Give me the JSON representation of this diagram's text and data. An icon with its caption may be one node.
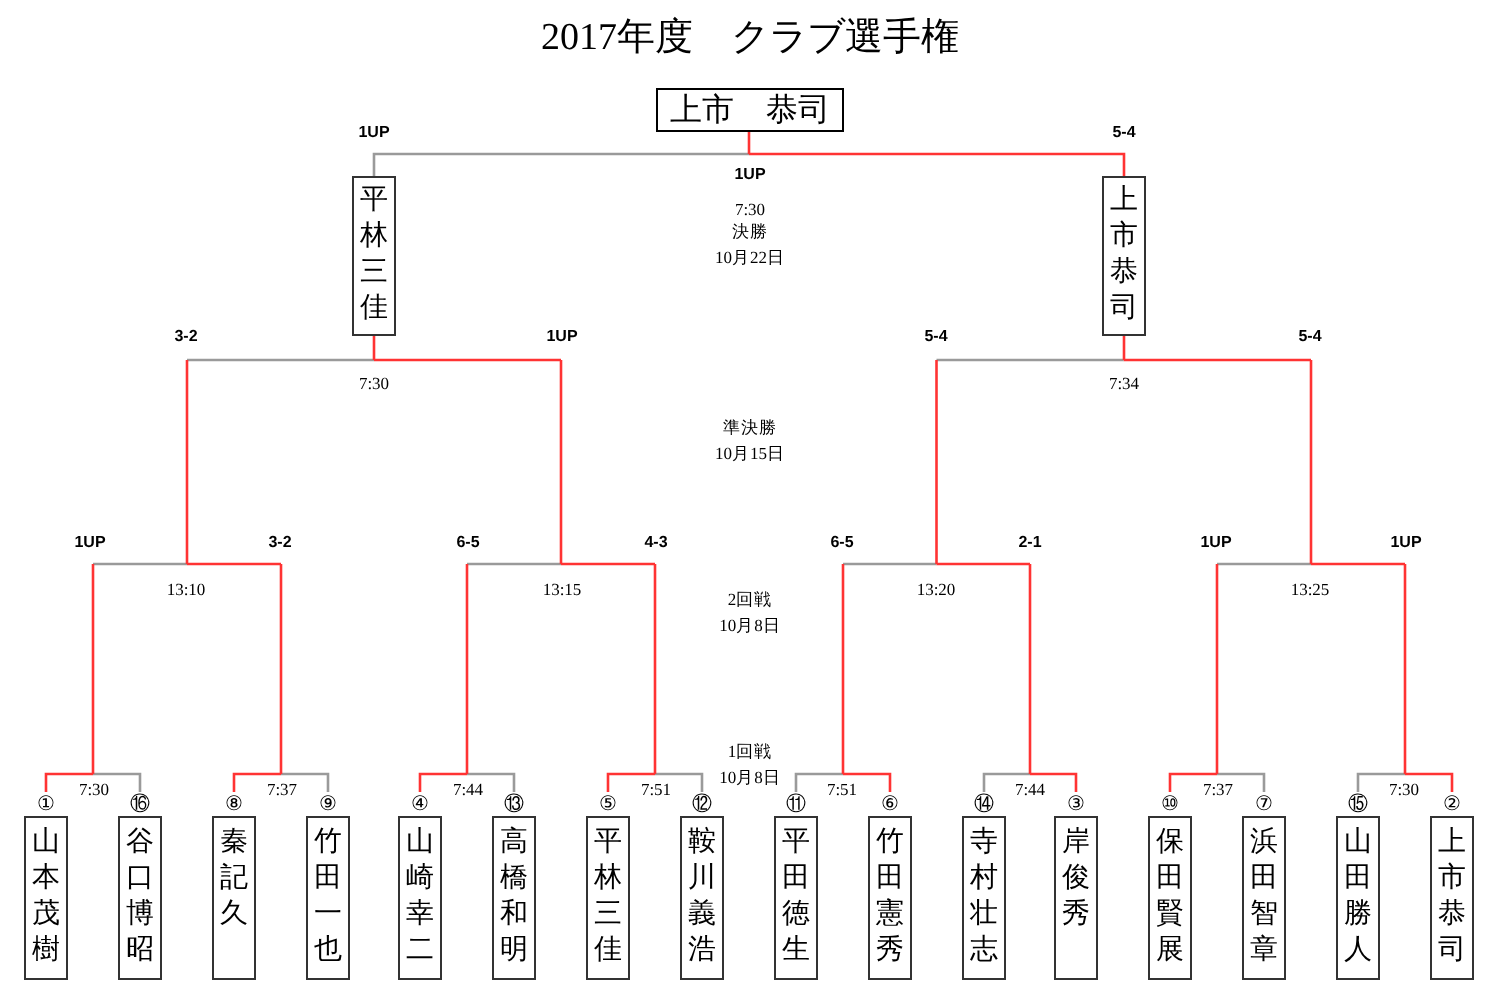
{
  "diagram": {
    "title": "2017年度　クラブ選手権",
    "nodes": [
      {
        "text": [
          "上市　恭司"
        ]
      },
      {
        "text": [
          "平林三佳"
        ]
      },
      {
        "text": [
          "上市恭司"
        ]
      },
      {
        "text": [
          "山本茂樹"
        ],
        "beside": [
          "①"
        ]
      },
      {
        "text": [
          "谷口博昭"
        ],
        "beside": [
          "⑯"
        ]
      },
      {
        "text": [
          "秦記久"
        ],
        "beside": [
          "⑧"
        ]
      },
      {
        "text": [
          "竹田一也"
        ],
        "beside": [
          "⑨"
        ]
      },
      {
        "text": [
          "山崎幸二"
        ],
        "beside": [
          "④"
        ]
      },
      {
        "text": [
          "高橋和明"
        ],
        "beside": [
          "⑬"
        ]
      },
      {
        "text": [
          "平林三佳"
        ],
        "beside": [
          "⑤"
        ]
      },
      {
        "text": [
          "鞍川義浩"
        ],
        "beside": [
          "⑫"
        ]
      },
      {
        "text": [
          "平田徳生"
        ],
        "beside": [
          "⑪"
        ]
      },
      {
        "text": [
          "竹田憲秀"
        ],
        "beside": [
          "⑥"
        ]
      },
      {
        "text": [
          "寺村壮志"
        ],
        "beside": [
          "⑭"
        ]
      },
      {
        "text": [
          "岸俊秀"
        ],
        "beside": [
          "③"
        ]
      },
      {
        "text": [
          "保田賢展"
        ],
        "beside": [
          "⑩"
        ]
      },
      {
        "text": [
          "浜田智章"
        ],
        "beside": [
          "⑦"
        ]
      },
      {
        "text": [
          "山田勝人"
        ],
        "beside": [
          "⑮"
        ]
      },
      {
        "text": [
          "上市恭司"
        ],
        "beside": [
          "②"
        ]
      }
    ],
    "edges": [
      {
        "from": 3,
        "to": 1,
        "arrow": "none"
      },
      {
        "from": 4,
        "to": 1,
        "arrow": "none"
      },
      {
        "from": 5,
        "to": 1,
        "arrow": "none"
      },
      {
        "from": 6,
        "to": 1,
        "arrow": "none"
      },
      {
        "from": 7,
        "to": 1,
        "arrow": "none"
      },
      {
        "from": 8,
        "to": 1,
        "arrow": "none"
      },
      {
        "from": 9,
        "to": 1,
        "arrow": "none",
        "color": "#ff3333"
      },
      {
        "from": 10,
        "to": 1,
        "arrow": "none"
      },
      {
        "from": 11,
        "to": 2,
        "arrow": "none"
      },
      {
        "from": 12,
        "to": 2,
        "arrow": "none"
      },
      {
        "from": 13,
        "to": 2,
        "arrow": "none"
      },
      {
        "from": 14,
        "to": 2,
        "arrow": "none"
      },
      {
        "from": 15,
        "to": 2,
        "arrow": "none"
      },
      {
        "from": 16,
        "to": 2,
        "arrow": "none"
      },
      {
        "from": 17,
        "to": 2,
        "arrow": "none"
      },
      {
        "from": 18,
        "to": 2,
        "arrow": "none",
        "color": "#ff3333"
      },
      {
        "from": 1,
        "to": 0,
        "arrow": "none",
        "color": "#9a9a9a"
      },
      {
        "from": 2,
        "to": 0,
        "arrow": "none",
        "color": "#ff3333"
      }
    ],
    "labels": [
      "1UP",
      "5-4",
      "1UP",
      "7:30",
      "決勝",
      "10月22日",
      "3-2",
      "1UP",
      "5-4",
      "5-4",
      "7:30",
      "7:34",
      "準決勝",
      "10月15日",
      "1UP",
      "3-2",
      "6-5",
      "4-3",
      "6-5",
      "2-1",
      "1UP",
      "1UP",
      "13:10",
      "13:15",
      "2回戦",
      "13:20",
      "13:25",
      "10月8日",
      "1回戦",
      "7:30",
      "7:37",
      "7:44",
      "7:51",
      "10月8日",
      "7:51",
      "7:44",
      "7:37",
      "7:30"
    ]
  }
}
